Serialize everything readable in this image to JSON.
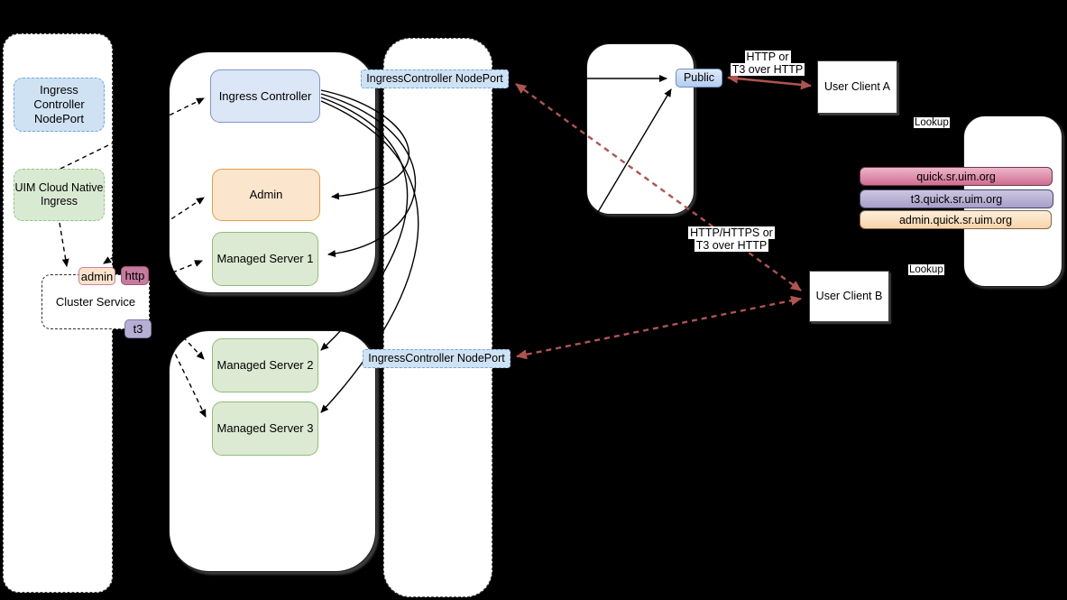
{
  "diagram": {
    "left_column": {
      "nodeport_lines": [
        "Ingress",
        "Controller",
        "NodePort"
      ],
      "uim_lines": [
        "UIM Cloud Native",
        "Ingress"
      ],
      "cluster_service_label": "Cluster Service",
      "port_admin": "admin",
      "port_http": "http",
      "port_t3": "t3"
    },
    "domain_cluster": {
      "ingress_controller": "Ingress Controller",
      "admin_server": "Admin",
      "managed_server_1": "Managed Server 1",
      "managed_server_2": "Managed Server 2",
      "managed_server_3": "Managed Server 3"
    },
    "nodeport_badges": {
      "top": "IngressController NodePort",
      "bottom": "IngressController NodePort"
    },
    "external": {
      "public_label": "Public",
      "user_client_a": "User Client A",
      "user_client_b": "User Client B"
    },
    "edge_labels": {
      "client_a_line1": "HTTP or",
      "client_a_line2": "T3 over HTTP",
      "client_b_line1": "HTTP/HTTPS or",
      "client_b_line2": "T3 over HTTP",
      "lookup_top": "Lookup",
      "lookup_bottom": "Lookup"
    },
    "dns_entries": [
      {
        "label": "quick.sr.uim.org"
      },
      {
        "label": "t3.quick.sr.uim.org"
      },
      {
        "label": "admin.quick.sr.uim.org"
      }
    ],
    "colors": {
      "background": "#000000",
      "blue_fill": "#cfe2f3",
      "blue_border": "#6fa8dc",
      "green_fill": "#d9ead3",
      "green_border": "#93c47d",
      "orange_fill": "#fce5cd",
      "orange_border": "#dfa049",
      "http_pink": "#c67a9e",
      "t3_purple": "#b7aed3",
      "dns_pink": "#d06d92",
      "dns_purple": "#a8a0ca",
      "dns_orange": "#f8d4a8",
      "red_arrow": "#b05450"
    }
  }
}
